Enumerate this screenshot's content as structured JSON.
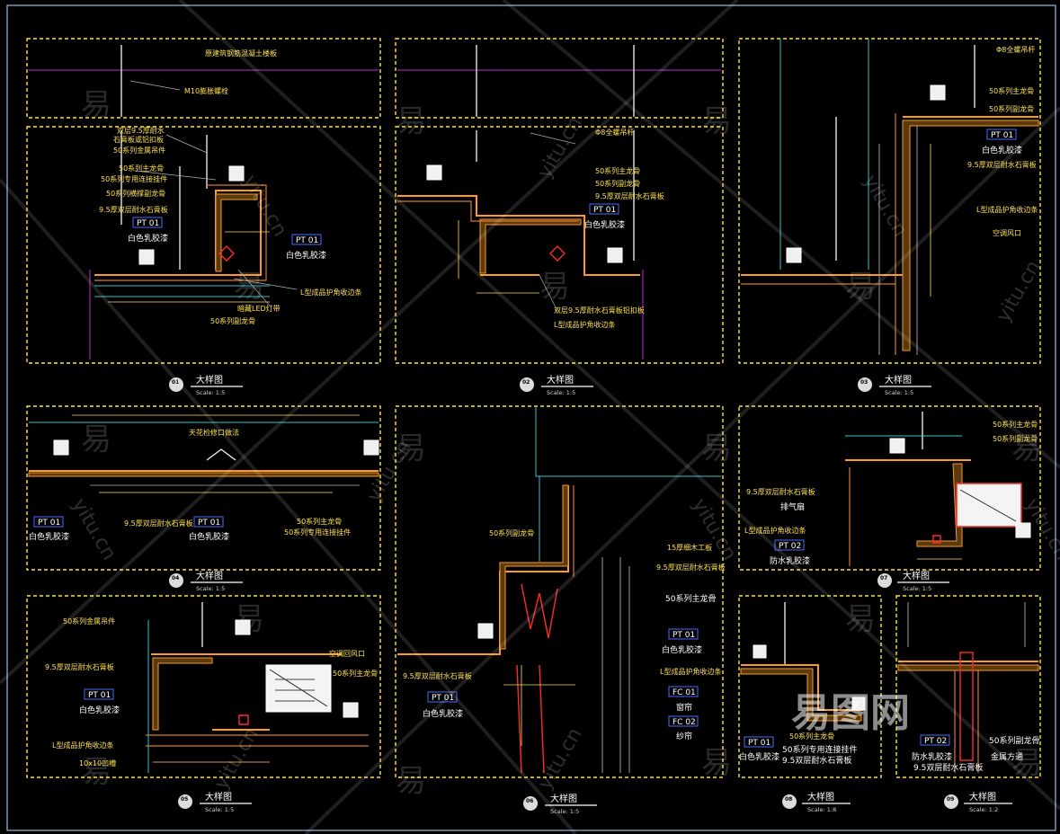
{
  "panels": [
    {
      "id": "p01",
      "num": "01",
      "title": "大样图",
      "scale": "Scale: 1:5",
      "labels": [
        "原建筑钢筋混凝土楼板",
        "M10膨胀螺栓",
        "双层9.5厚耐水",
        "石膏板或铝扣板",
        "50系列金属吊件",
        "50系列主龙骨",
        "50系列专用连接挂件",
        "50系列横撑副龙骨",
        "9.5厚双层耐水石膏板",
        "白色乳胶漆",
        "白色乳胶漆",
        "L型成品护角收边条",
        "暗藏LED灯带",
        "50系列副龙骨"
      ],
      "tags": [
        "PT 01",
        "PT 01"
      ]
    },
    {
      "id": "p02",
      "num": "02",
      "title": "大样图",
      "scale": "Scale: 1:5",
      "labels": [
        "Φ8全螺吊杆",
        "50系列主龙骨",
        "50系列副龙骨",
        "9.5厚双层耐水石膏板",
        "白色乳胶漆",
        "双层9.5厚耐水石膏板铝扣板",
        "L型成品护角收边条"
      ],
      "tags": [
        "PT 01"
      ]
    },
    {
      "id": "p03",
      "num": "03",
      "title": "大样图",
      "scale": "Scale: 1:5",
      "labels": [
        "Φ8全螺吊杆",
        "50系列主龙骨",
        "50系列副龙骨",
        "白色乳胶漆",
        "9.5厚双层耐水石膏板",
        "L型成品护角收边条",
        "空调风口"
      ],
      "tags": [
        "PT 01"
      ]
    },
    {
      "id": "p04",
      "num": "04",
      "title": "大样图",
      "scale": "Scale: 1:5",
      "labels": [
        "天花检修口做法",
        "白色乳胶漆",
        "9.5厚双层耐水石膏板",
        "白色乳胶漆",
        "50系列主龙骨",
        "50系列专用连接挂件"
      ],
      "tags": [
        "PT 01",
        "PT 01"
      ]
    },
    {
      "id": "p05",
      "num": "05",
      "title": "大样图",
      "scale": "Scale: 1:5",
      "labels": [
        "50系列金属吊件",
        "9.5厚双层耐水石膏板",
        "空调回风口",
        "50系列主龙骨",
        "白色乳胶漆",
        "L型成品护角收边条",
        "10x10凹槽"
      ],
      "tags": [
        "PT 01"
      ]
    },
    {
      "id": "p06",
      "num": "06",
      "title": "大样图",
      "scale": "Scale: 1:5",
      "labels": [
        "50系列副龙骨",
        "15厚细木工板",
        "9.5厚双层耐水石膏板",
        "50系列主龙骨",
        "白色乳胶漆",
        "L型成品护角收边条",
        "窗帘",
        "纱帘",
        "9.5厚双层耐水石膏板",
        "白色乳胶漆"
      ],
      "tags": [
        "PT 01",
        "FC 01",
        "FC 02",
        "PT 01"
      ]
    },
    {
      "id": "p07",
      "num": "07",
      "title": "大样图",
      "scale": "Scale: 1:5",
      "labels": [
        "50系列主龙骨",
        "50系列副龙骨",
        "9.5厚双层耐水石膏板",
        "排气扇",
        "L型成品护角收边条",
        "防水乳胶漆"
      ],
      "tags": [
        "PT 02"
      ]
    },
    {
      "id": "p08",
      "num": "08",
      "title": "大样图",
      "scale": "Scale: 1:8",
      "labels": [
        "50系列主龙骨",
        "50系列专用连接挂件",
        "白色乳胶漆",
        "9.5双层耐水石膏板"
      ],
      "tags": [
        "PT 01"
      ]
    },
    {
      "id": "p09",
      "num": "09",
      "title": "大样图",
      "scale": "Scale: 1:2",
      "labels": [
        "50系列副龙骨",
        "防水乳胶漆",
        "金属方通",
        "9.5双层耐水石膏板"
      ],
      "tags": [
        "PT 02"
      ]
    }
  ],
  "watermark": {
    "glyph": "易",
    "url": "yitu.cn",
    "logo": "易图网"
  },
  "colors": {
    "background": "#000000",
    "frame": "#ffe14a",
    "wall": "#ff9a1f",
    "tag": "#4a6dff",
    "cyan": "#2bc4d0"
  }
}
